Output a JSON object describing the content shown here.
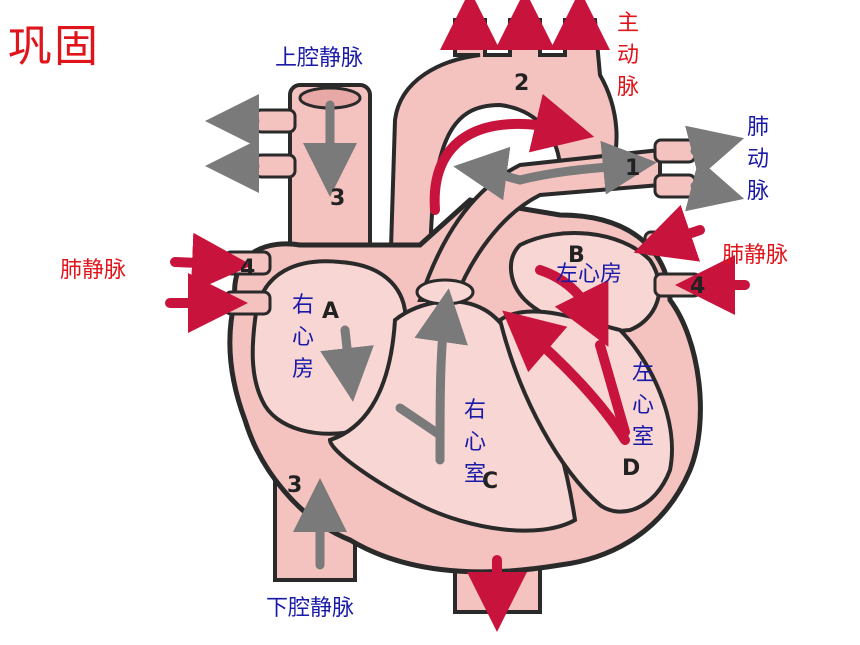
{
  "title": "巩固",
  "labels": {
    "superior_vena_cava": "上腔静脉",
    "inferior_vena_cava": "下腔静脉",
    "aorta": "主动脉",
    "pulmonary_artery": "肺动脉",
    "pulmonary_vein_left": "肺静脉",
    "pulmonary_vein_right": "肺静脉",
    "right_atrium": "右心房",
    "right_ventricle": "右心室",
    "left_atrium": "左心房",
    "left_ventricle": "左心室"
  },
  "markers": {
    "n1": "1",
    "n2": "2",
    "n3_top": "3",
    "n3_bottom": "3",
    "n4_left": "4",
    "n4_right": "4",
    "A": "A",
    "B": "B",
    "C": "C",
    "D": "D"
  },
  "colors": {
    "tissue": "#f4c3c0",
    "outline": "#2a2a2a",
    "oxygen_rich_arrow": "#c8143c",
    "oxygen_poor_arrow": "#7a7a7a",
    "blue_text": "#1a1aa8",
    "red_text": "#e0141b"
  }
}
